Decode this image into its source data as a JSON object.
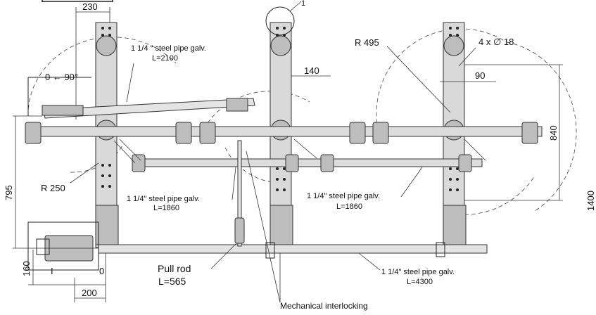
{
  "dimensions": {
    "top_width": "230",
    "top_right_marker": "1",
    "angle": "0 ← 90°",
    "radius_large": "R 495",
    "holes": "4 x ∅ 18",
    "offset_140": "140",
    "offset_90": "90",
    "height_840": "840",
    "height_795": "795",
    "radius_small": "R 250",
    "height_160": "160",
    "width_200": "200",
    "height_1400": "1400",
    "position_off": "0",
    "position_on": "I"
  },
  "labels": {
    "pipe_top": {
      "line1": "1 1/4 \" steel pipe galv.",
      "line2": "L=2100"
    },
    "pipe_mid_left": {
      "line1": "1 1/4\" steel pipe galv.",
      "line2": "L=1860"
    },
    "pipe_mid_right": {
      "line1": "1 1/4\" steel pipe galv.",
      "line2": "L=1860"
    },
    "pipe_bottom": {
      "line1": "1 1/4\" steel pipe galv.",
      "line2": "L=4300"
    },
    "pull_rod": {
      "line1": "Pull rod",
      "line2": "L=565"
    },
    "interlock": "Mechanical interlocking"
  }
}
